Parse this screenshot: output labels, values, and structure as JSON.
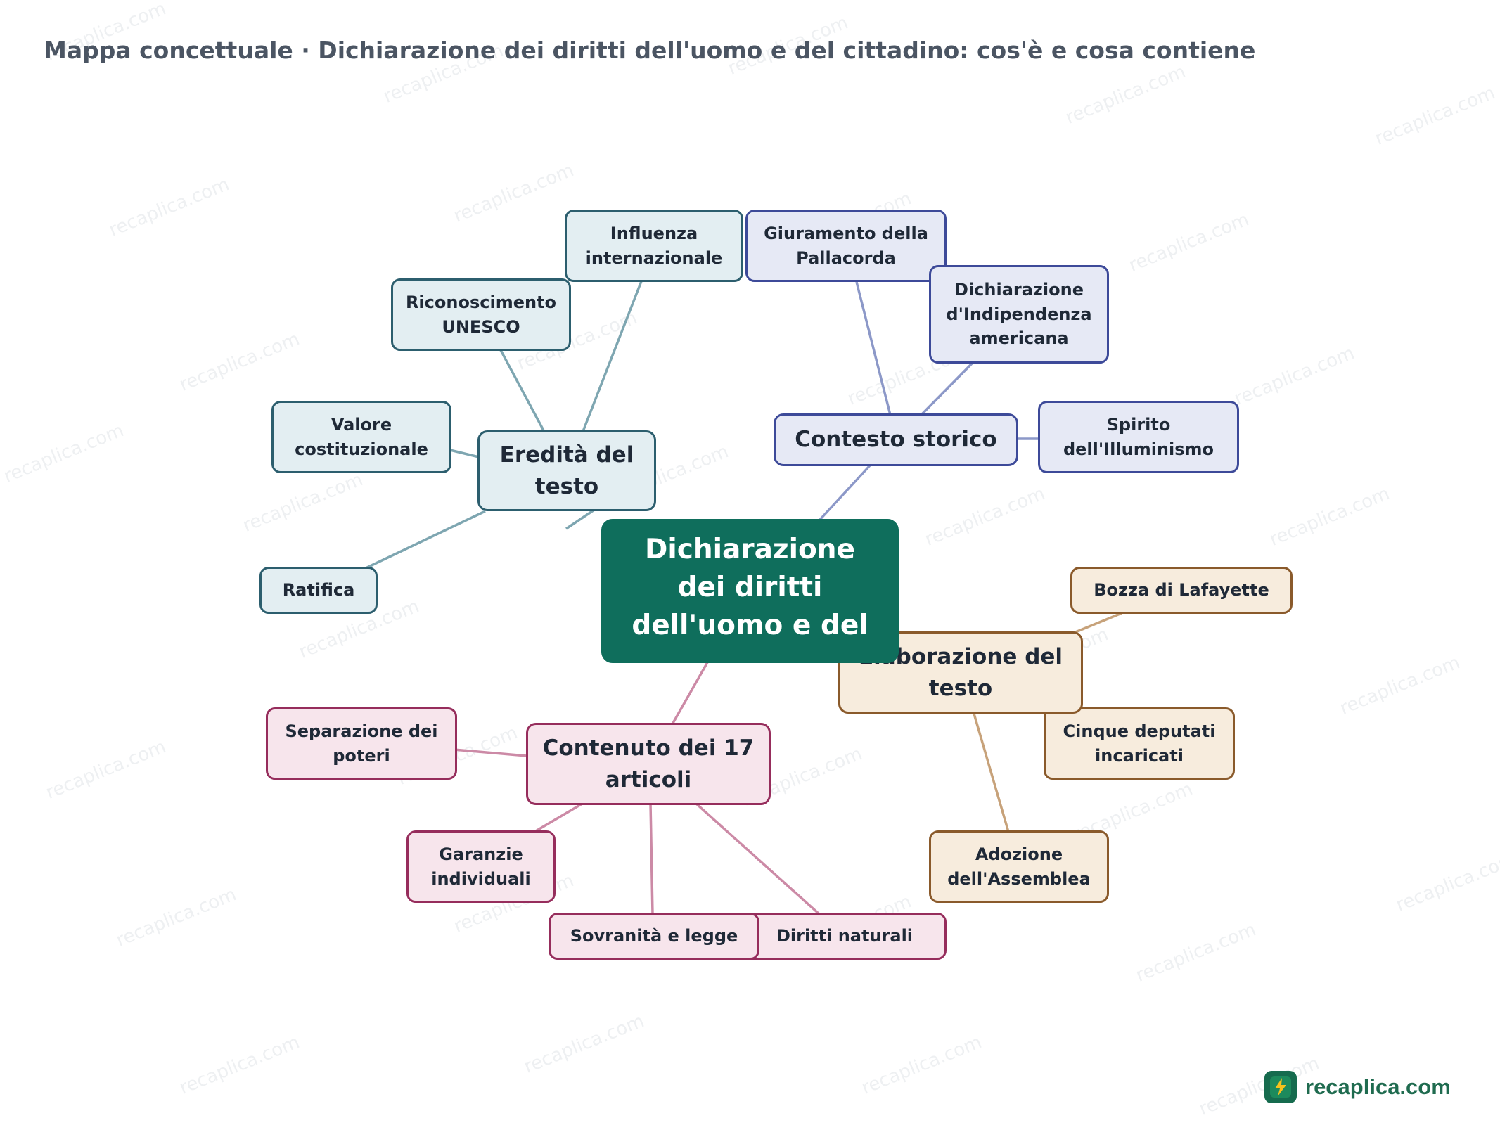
{
  "title": "Mappa concettuale · Dichiarazione dei diritti dell'uomo e del cittadino: cos'è e cosa contiene",
  "watermark": "recaplica.com",
  "colors": {
    "root": "#0f6e5c",
    "eredita": "#7ea6b1",
    "contesto": "#8c98c8",
    "elaborazione": "#c7a27a",
    "contenuto": "#cc8aa6"
  },
  "root": {
    "label": "Dichiarazione dei diritti dell'uomo e del"
  },
  "branches": {
    "eredita": {
      "label": "Eredità del testo",
      "leaves": [
        "Influenza internazionale",
        "Riconoscimento UNESCO",
        "Valore costituzionale",
        "Ratifica"
      ]
    },
    "contesto": {
      "label": "Contesto storico",
      "leaves": [
        "Giuramento della Pallacorda",
        "Dichiarazione d'Indipendenza americana",
        "Spirito dell'Illuminismo"
      ]
    },
    "elaborazione": {
      "label": "Elaborazione del testo",
      "leaves": [
        "Bozza di Lafayette",
        "Cinque deputati incaricati",
        "Adozione dell'Assemblea"
      ]
    },
    "contenuto": {
      "label": "Contenuto dei 17 articoli",
      "leaves": [
        "Separazione dei poteri",
        "Garanzie individuali",
        "Sovranità e legge",
        "Diritti naturali"
      ]
    }
  },
  "logo": {
    "text": "recaplica.com",
    "icon": "lightning-icon"
  }
}
